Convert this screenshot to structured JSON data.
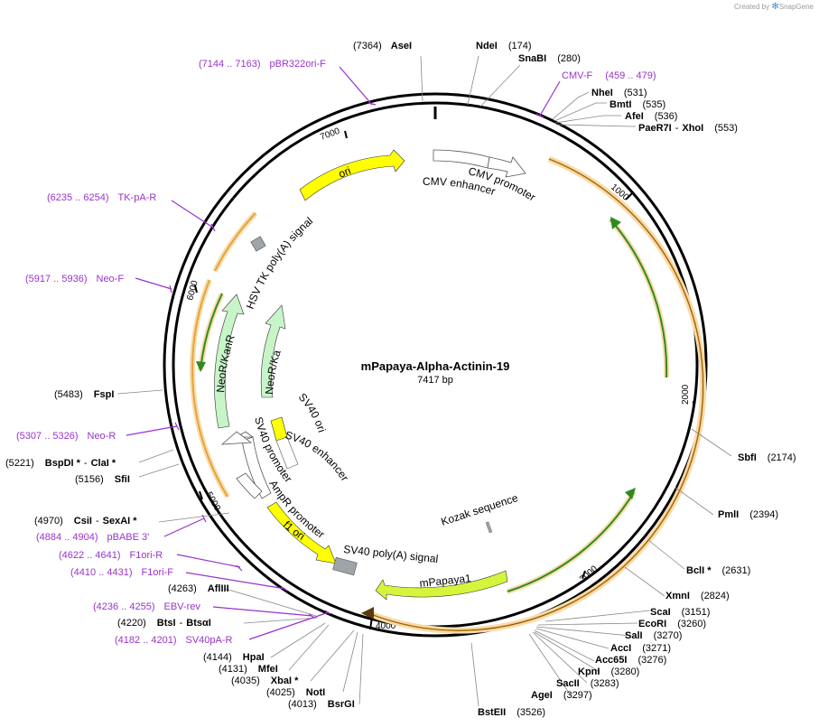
{
  "brand": {
    "created_by": "Created by",
    "product": "SnapGene"
  },
  "plasmid": {
    "name": "mPapaya-Alpha-Actinin-19",
    "length": "7417 bp"
  },
  "ruler": [
    "1000",
    "2000",
    "3000",
    "4000",
    "5000",
    "6000",
    "7000"
  ],
  "sites": [
    {
      "name": "AseI",
      "pos": "(7364)"
    },
    {
      "name": "NdeI",
      "pos": "(174)"
    },
    {
      "name": "SnaBI",
      "pos": "(280)"
    },
    {
      "name": "NheI",
      "pos": "(531)"
    },
    {
      "name": "BmtI",
      "pos": "(535)"
    },
    {
      "name": "AfeI",
      "pos": "(536)"
    },
    {
      "name": "PaeR7I",
      "name2": "XhoI",
      "pos": "(553)"
    },
    {
      "name": "SbfI",
      "pos": "(2174)"
    },
    {
      "name": "PmlI",
      "pos": "(2394)"
    },
    {
      "name": "BclI *",
      "pos": "(2631)"
    },
    {
      "name": "XmnI",
      "pos": "(2824)"
    },
    {
      "name": "ScaI",
      "pos": "(3151)"
    },
    {
      "name": "EcoRI",
      "pos": "(3260)"
    },
    {
      "name": "SalI",
      "pos": "(3270)"
    },
    {
      "name": "AccI",
      "pos": "(3271)"
    },
    {
      "name": "Acc65I",
      "pos": "(3276)"
    },
    {
      "name": "KpnI",
      "pos": "(3280)"
    },
    {
      "name": "SacII",
      "pos": "(3283)"
    },
    {
      "name": "AgeI",
      "pos": "(3297)"
    },
    {
      "name": "BstEII",
      "pos": "(3526)"
    },
    {
      "name": "BsrGI",
      "pos": "(4013)"
    },
    {
      "name": "NotI",
      "pos": "(4025)"
    },
    {
      "name": "XbaI *",
      "pos": "(4035)"
    },
    {
      "name": "MfeI",
      "pos": "(4131)"
    },
    {
      "name": "HpaI",
      "pos": "(4144)"
    },
    {
      "name": "BtsI",
      "name2": "BtsαI",
      "pos": "(4220)"
    },
    {
      "name": "AflIII",
      "pos": "(4263)"
    },
    {
      "name": "CsiI",
      "name2": "SexAI *",
      "pos": "(4970)"
    },
    {
      "name": "SfiI",
      "pos": "(5156)"
    },
    {
      "name": "BspDI *",
      "name2": "ClaI *",
      "pos": "(5221)"
    },
    {
      "name": "FspI",
      "pos": "(5483)"
    }
  ],
  "primers": [
    {
      "range": "(7144 .. 7163)",
      "name": "pBR322ori-F"
    },
    {
      "name": "CMV-F",
      "range": "(459 .. 479)"
    },
    {
      "range": "(6235 .. 6254)",
      "name": "TK-pA-R"
    },
    {
      "range": "(5917 .. 5936)",
      "name": "Neo-F"
    },
    {
      "range": "(5307 .. 5326)",
      "name": "Neo-R"
    },
    {
      "range": "(4884 .. 4904)",
      "name": "pBABE 3'"
    },
    {
      "range": "(4622 .. 4641)",
      "name": "F1ori-R"
    },
    {
      "range": "(4410 .. 4431)",
      "name": "F1ori-F"
    },
    {
      "range": "(4236 .. 4255)",
      "name": "EBV-rev"
    },
    {
      "range": "(4182 .. 4201)",
      "name": "SV40pA-R"
    }
  ],
  "features": {
    "ori": "ori",
    "cmv_enhancer": "CMV enhancer",
    "cmv_promoter": "CMV promoter",
    "hsv_tk": "HSV TK poly(A) signal",
    "neokan_outer": "NeoR/KanR",
    "neokan_inner": "NeoR/KanR",
    "sv40_ori": "SV40 ori",
    "sv40_enhancer": "SV40 enhancer",
    "sv40_promoter": "SV40 promoter",
    "ampr_promoter": "AmpR promoter",
    "f1_ori": "f1 ori",
    "kozak": "Kozak sequence",
    "sv40_polya": "SV40 poly(A) signal",
    "mpapaya": "mPapaya1"
  },
  "colors": {
    "backbone": "#000000",
    "orf_outline": "#e8a33c",
    "orf_halo": "#f7dcaa",
    "orf_arrow": "#2e8b1f",
    "ori": "#ffff00",
    "neokan": "#c8f5c8",
    "mpapaya": "#d4f53c",
    "polya": "#9fa4a8",
    "primer": "#9933cc"
  }
}
